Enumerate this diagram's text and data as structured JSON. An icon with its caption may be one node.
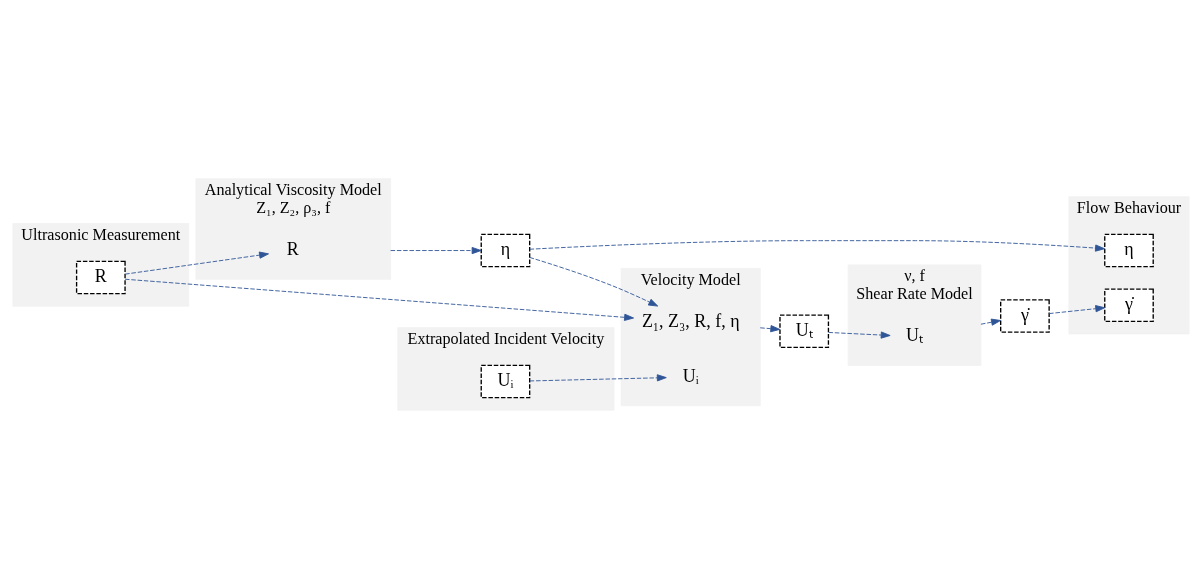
{
  "diagram": {
    "nodes": [
      {
        "text": [
          "Analytical Viscosity Model",
          "Z₁, Z₂, ρ₃, f"
        ]
      },
      {
        "text": [
          "R"
        ],
        "in": 0
      },
      {
        "text": [
          "Ultrasonic Measurement"
        ]
      },
      {
        "text": [
          "R"
        ],
        "in": 2
      },
      {
        "text": [
          "η"
        ]
      },
      {
        "text": [
          "Flow Behaviour"
        ]
      },
      {
        "text": [
          "η"
        ],
        "in": 5
      },
      {
        "text": [
          "γ̇"
        ],
        "in": 5
      },
      {
        "text": [
          "Velocity Model"
        ]
      },
      {
        "text": [
          "Z₁, Z₃, R, f, η"
        ],
        "in": 8
      },
      {
        "text": [
          "Uᵢ"
        ],
        "in": 8
      },
      {
        "text": [
          "Extrapolated Incident Velocity"
        ]
      },
      {
        "text": [
          "Uᵢ"
        ],
        "in": 11
      },
      {
        "text": [
          "Uₜ"
        ]
      },
      {
        "text": [
          "ν, f",
          "Shear Rate Model"
        ]
      },
      {
        "text": [
          "Uₜ"
        ],
        "in": 14
      },
      {
        "text": [
          "γ̇"
        ]
      }
    ],
    "edges": [
      {
        "from": 0,
        "to": 4,
        "arrow": "to",
        "style": "dashed"
      },
      {
        "from": 3,
        "to": 1,
        "arrow": "to",
        "style": "dashed"
      },
      {
        "from": 3,
        "to": 9,
        "arrow": "to",
        "style": "dashed"
      },
      {
        "from": 4,
        "to": 9,
        "arrow": "to",
        "style": "dashed"
      },
      {
        "from": 4,
        "to": 6,
        "arrow": "to",
        "style": "dashed"
      },
      {
        "from": 12,
        "to": 10,
        "arrow": "to",
        "style": "dashed"
      },
      {
        "from": 8,
        "to": 13,
        "arrow": "to",
        "style": "dashed"
      },
      {
        "from": 13,
        "to": 15,
        "arrow": "to",
        "style": "dashed"
      },
      {
        "from": 14,
        "to": 16,
        "arrow": "to",
        "style": "dashed"
      },
      {
        "from": 16,
        "to": 7,
        "arrow": "to",
        "style": "dashed"
      }
    ]
  }
}
